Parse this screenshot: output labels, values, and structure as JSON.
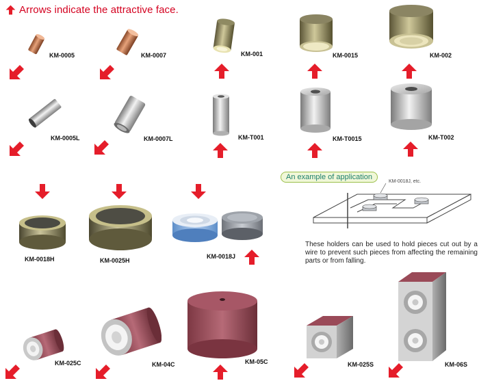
{
  "header": {
    "text": "Arrows indicate the attractive face."
  },
  "colors": {
    "arrow": "#e51d2a",
    "header_text": "#d4001f",
    "badge_border": "#9bbf4a",
    "badge_text": "#1c7f6b"
  },
  "products": {
    "km_0005": "KM-0005",
    "km_0007": "KM-0007",
    "km_001": "KM-001",
    "km_0015": "KM-0015",
    "km_002": "KM-002",
    "km_0005l": "KM-0005L",
    "km_0007l": "KM-0007L",
    "km_t001": "KM-T001",
    "km_t0015": "KM-T0015",
    "km_t002": "KM-T002",
    "km_0018h": "KM-0018H",
    "km_0025h": "KM-0025H",
    "km_0018j": "KM-0018J",
    "km_025c": "KM-025C",
    "km_04c": "KM-04C",
    "km_05c": "KM-05C",
    "km_025s": "KM-025S",
    "km_06s": "KM-06S"
  },
  "application": {
    "badge": "An example of application",
    "diagram_note": "KM-0018J, etc.",
    "description": "These holders can be used to hold pieces cut out by a wire to prevent such pieces from affecting the remaining parts or from falling."
  }
}
